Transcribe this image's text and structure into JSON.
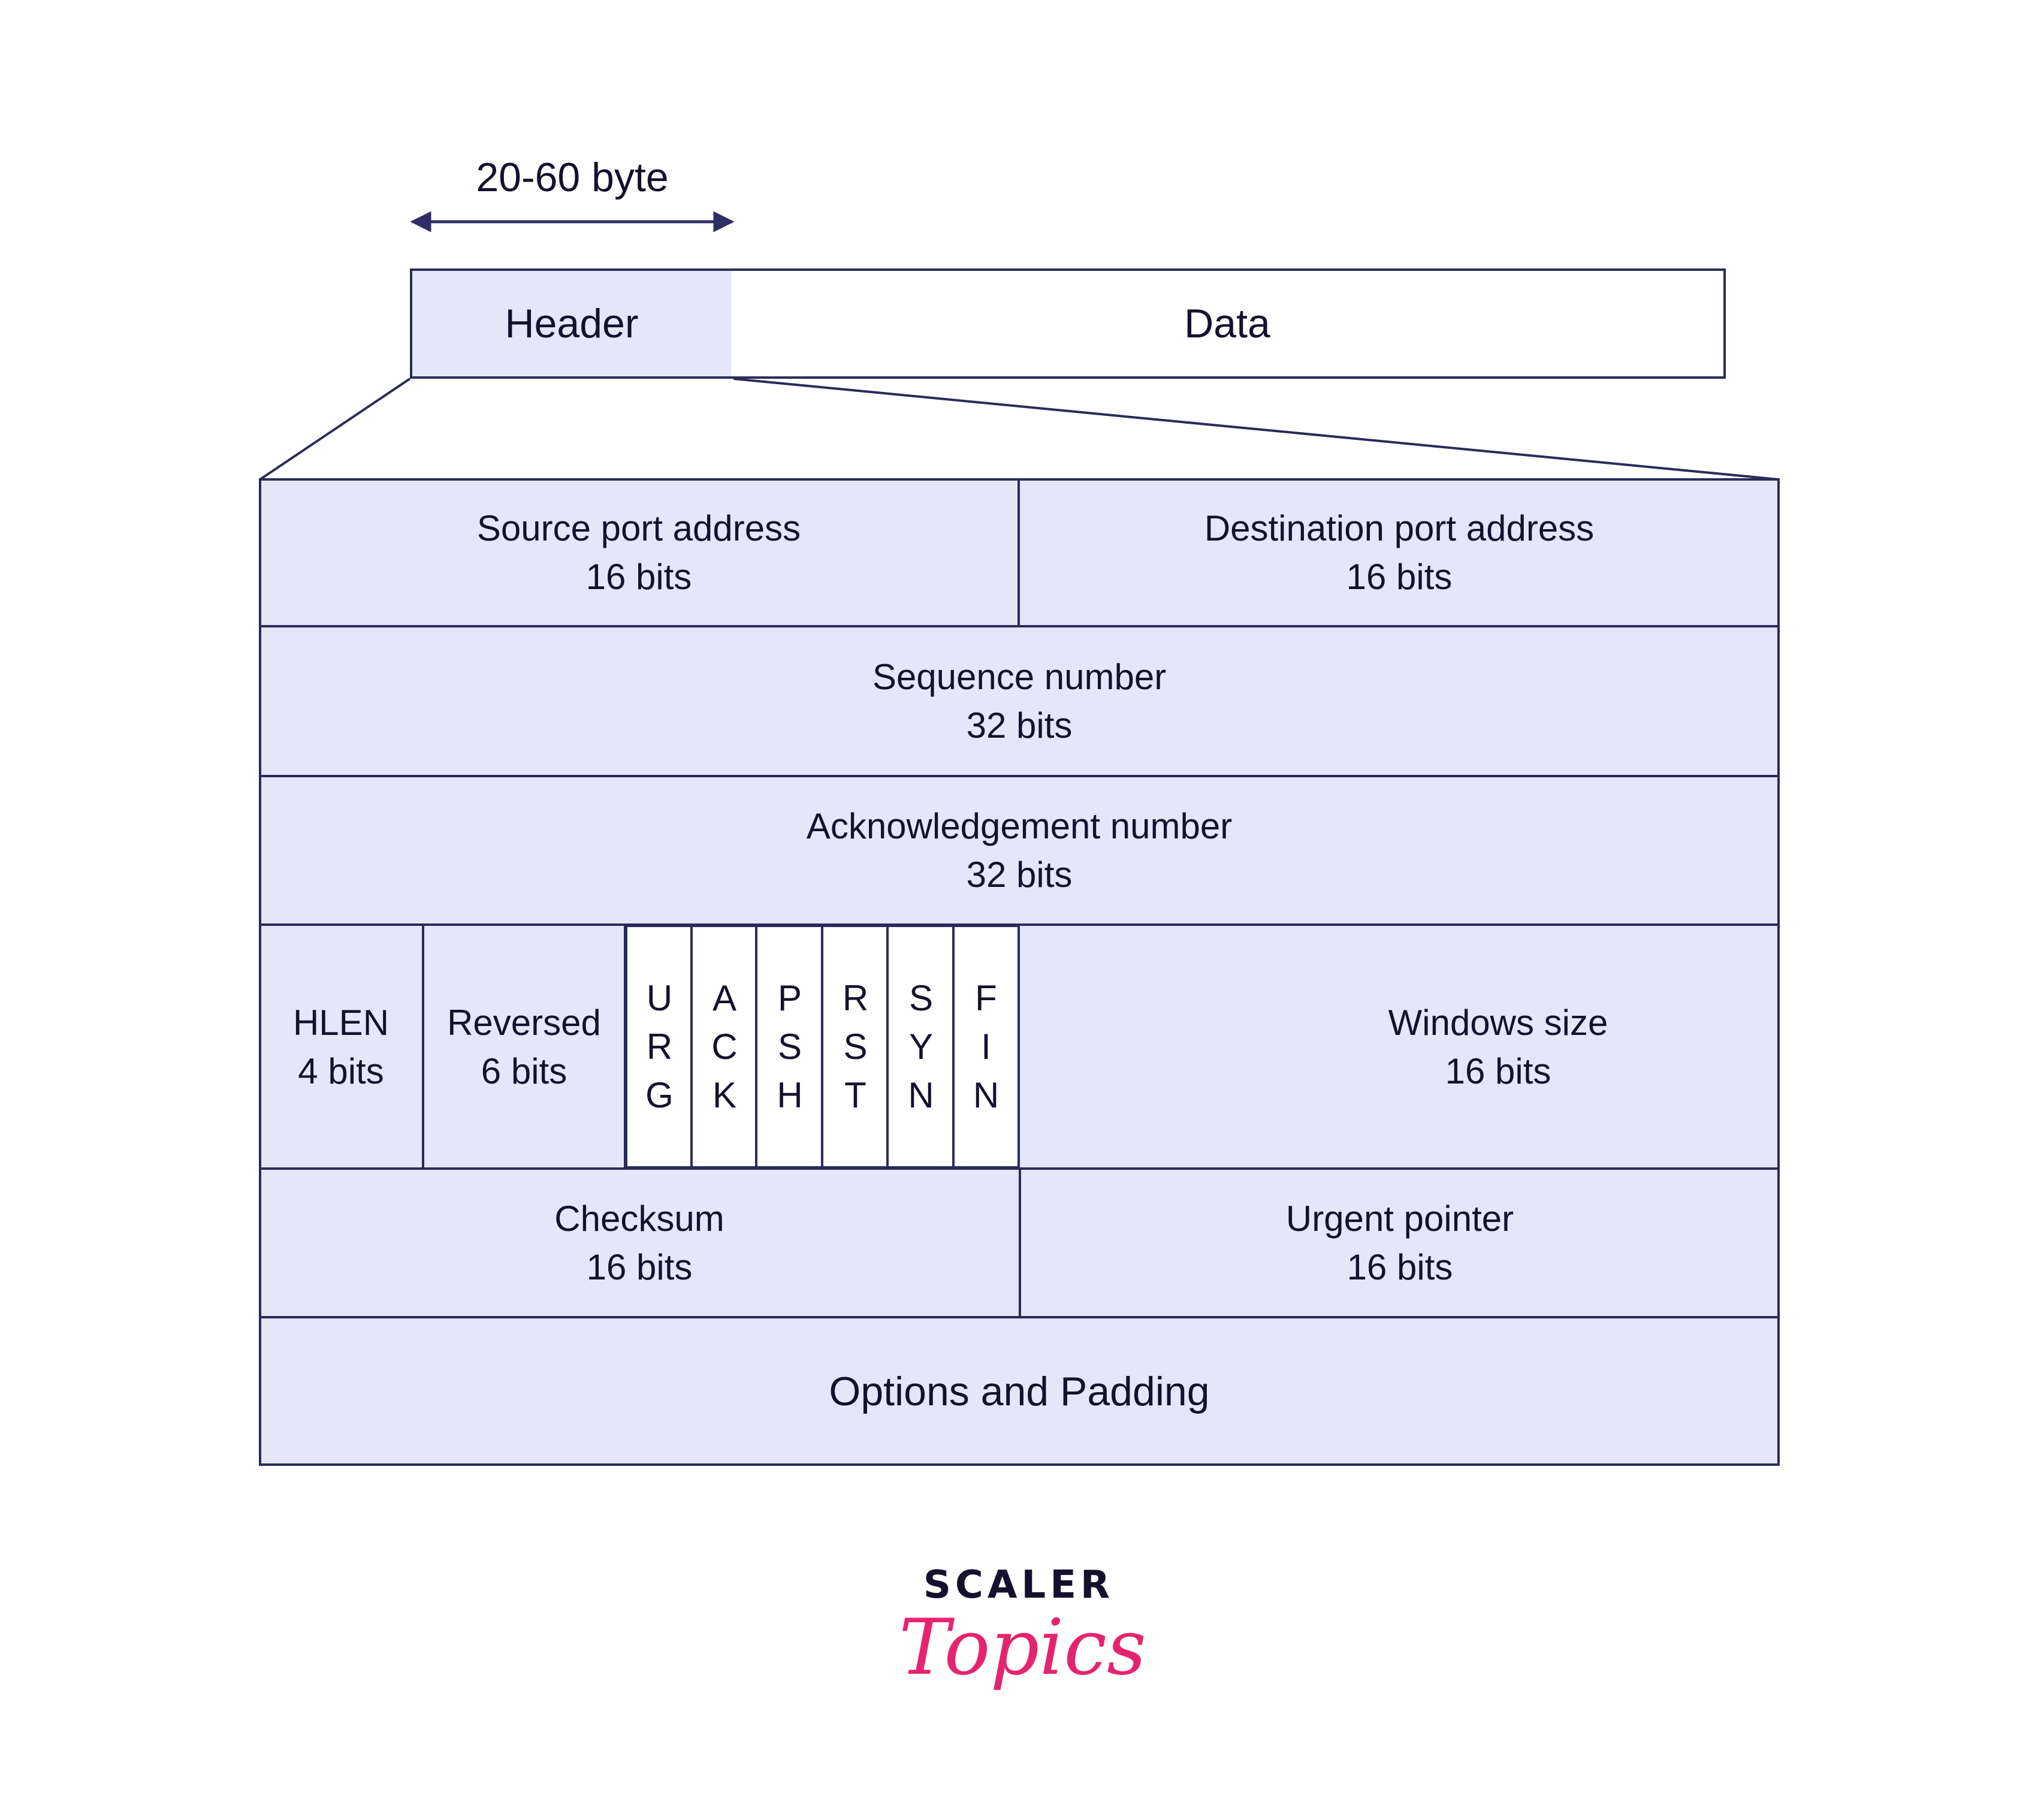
{
  "size_label": "20-60 byte",
  "segment": {
    "header": "Header",
    "data": "Data"
  },
  "fields": {
    "source_port": {
      "name": "Source port address",
      "bits": "16 bits"
    },
    "dest_port": {
      "name": "Destination port address",
      "bits": "16 bits"
    },
    "sequence": {
      "name": "Sequence number",
      "bits": "32 bits"
    },
    "ack": {
      "name": "Acknowledgement number",
      "bits": "32 bits"
    },
    "hlen": {
      "name": "HLEN",
      "bits": "4 bits"
    },
    "reserved": {
      "name": "Reversed",
      "bits": "6 bits"
    },
    "window": {
      "name": "Windows size",
      "bits": "16 bits"
    },
    "checksum": {
      "name": "Checksum",
      "bits": "16 bits"
    },
    "urgent": {
      "name": "Urgent pointer",
      "bits": "16 bits"
    },
    "options": {
      "name": "Options and Padding"
    }
  },
  "flags": [
    {
      "name": "URG",
      "letters": [
        "U",
        "R",
        "G"
      ]
    },
    {
      "name": "ACK",
      "letters": [
        "A",
        "C",
        "K"
      ]
    },
    {
      "name": "PSH",
      "letters": [
        "P",
        "S",
        "H"
      ]
    },
    {
      "name": "RST",
      "letters": [
        "R",
        "S",
        "T"
      ]
    },
    {
      "name": "SYN",
      "letters": [
        "S",
        "Y",
        "N"
      ]
    },
    {
      "name": "FIN",
      "letters": [
        "F",
        "I",
        "N"
      ]
    }
  ],
  "brand": {
    "line1": "SCALER",
    "line2": "Topics"
  },
  "colors": {
    "field_fill": "#e6e6fa",
    "stroke": "#2b2b5a",
    "brand_dark": "#14112e",
    "brand_pink": "#e5246f"
  }
}
